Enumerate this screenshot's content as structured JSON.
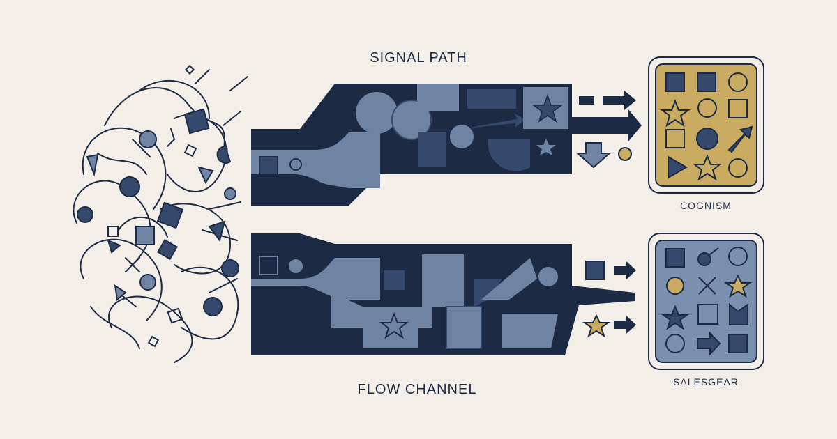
{
  "labels": {
    "top_channel": "SIGNAL PATH",
    "bottom_channel": "FLOW CHANNEL",
    "top_target": "COGNISM",
    "bottom_target": "SALESGEAR"
  },
  "colors": {
    "background": "#f3efe8",
    "navy": "#1c2a44",
    "slate": "#6f84a3",
    "slate_dark": "#34496b",
    "gold": "#c9ab62",
    "panel_blue": "#7b8fae"
  },
  "icons": {
    "chaos": "tangled-lines-and-shapes",
    "top_arrow": "arrow-right-icon",
    "bottom_arrow": "arrow-right-icon"
  }
}
